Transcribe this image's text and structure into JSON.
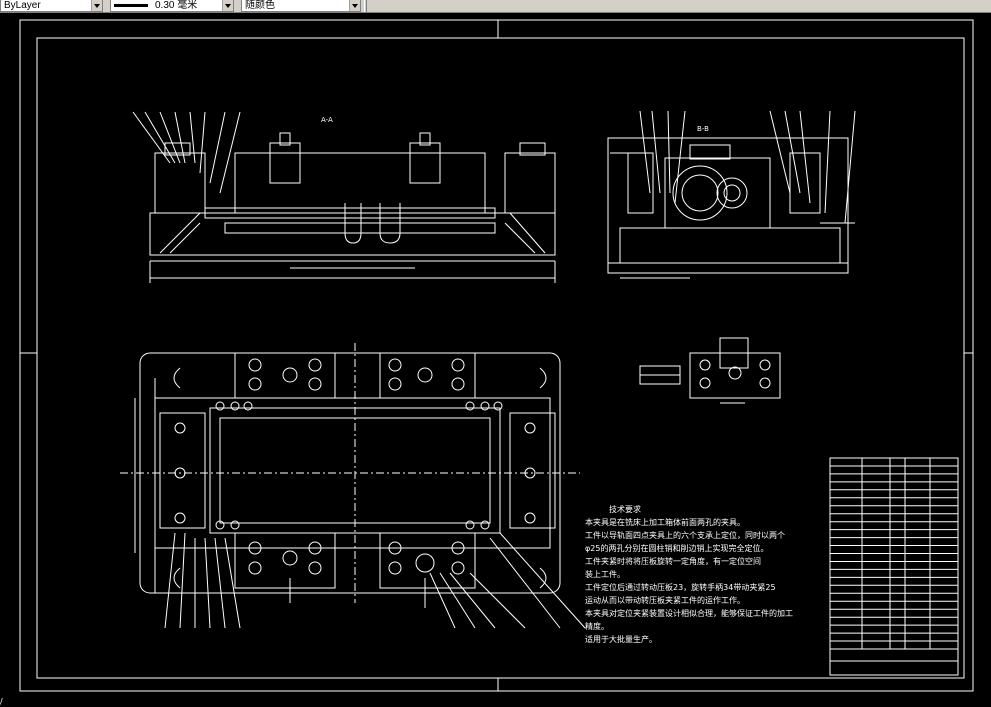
{
  "toolbar": {
    "linetype_value": "ByLayer",
    "lineweight_value": "0.30 毫米",
    "color_value": "随颜色"
  },
  "drawing": {
    "section_aa_label": "A-A",
    "section_bb_label": "B-B",
    "tech_title": "技术要求",
    "tech_notes": [
      "本夹具是在铣床上加工箱体前面两孔的夹具。",
      "工件以导轨面四点夹具上的六个支承上定位，同时以两个",
      "φ25的两孔分别在圆柱销和削边销上实现完全定位。",
      "工件夹紧时将将压板旋转一定角度，有一定位空间",
      "装上工件。",
      "工件定位后通过转动压板23，旋转手柄34带动夹紧25",
      "运动从而以带动转压板夹紧工件的运作工作。",
      "本夹具对定位夹紧装置设计相似合理，能够保证工件的加工",
      "精度。",
      "适用于大批量生产。"
    ],
    "title_block_rows": 24
  },
  "colors": {
    "background": "#000000",
    "lines": "#ffffff",
    "toolbar": "#d4d0c8"
  }
}
